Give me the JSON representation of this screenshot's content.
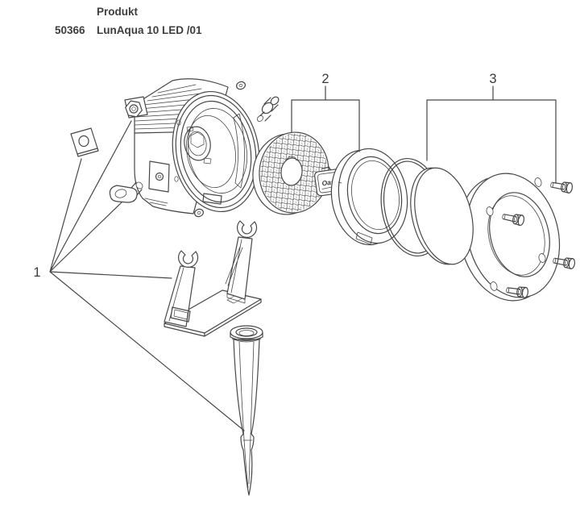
{
  "header": {
    "product_label": "Produkt",
    "product_number": "50366",
    "product_name": "LunAqua 10 LED /01"
  },
  "diagram": {
    "callouts": [
      {
        "label": "1"
      },
      {
        "label": "2"
      },
      {
        "label": "3"
      }
    ],
    "badge_text": "Oase"
  },
  "colors": {
    "background": "#ffffff",
    "line": "#474747",
    "text": "#3d3d3d"
  }
}
